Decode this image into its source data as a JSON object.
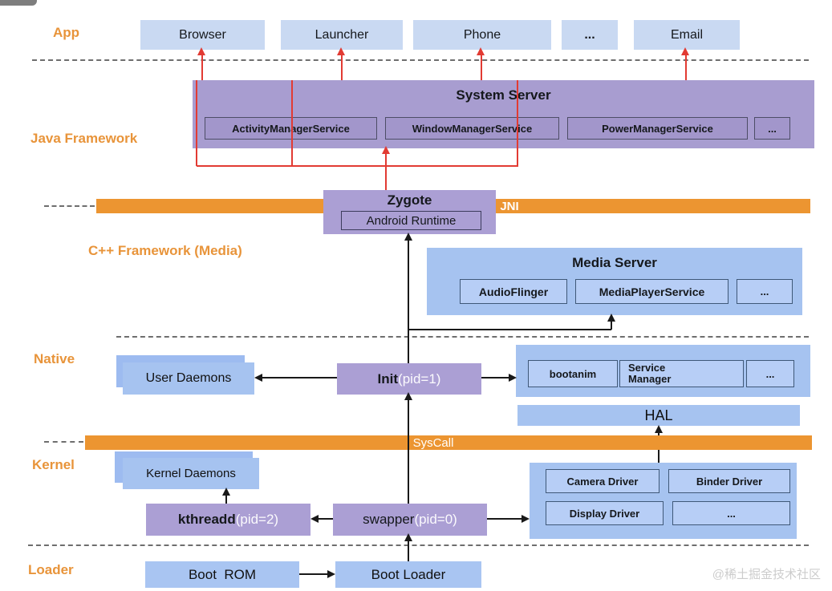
{
  "colors": {
    "accent_orange": "#ec9531",
    "label_orange": "#e8943a",
    "red_arrow": "#e23b33",
    "purple_block": "#a89dd0",
    "purple_process": "#ab9fd4",
    "blue_block": "#a6c3f0",
    "blue_app": "#c9d9f2"
  },
  "layers": {
    "app": "App",
    "java": "Java Framework",
    "cpp": "C++ Framework (Media)",
    "native": "Native",
    "kernel": "Kernel",
    "loader": "Loader"
  },
  "app_row": {
    "items": [
      "Browser",
      "Launcher",
      "Phone",
      "...",
      "Email"
    ]
  },
  "system_server": {
    "title": "System Server",
    "services": [
      "ActivityManagerService",
      "WindowManagerService",
      "PowerManagerService",
      "..."
    ]
  },
  "zygote": {
    "title": "Zygote",
    "runtime": "Android Runtime"
  },
  "jni": {
    "label": "JNI"
  },
  "media_server": {
    "title": "Media Server",
    "services": [
      "AudioFlinger",
      "MediaPlayerService",
      "..."
    ]
  },
  "native_layer": {
    "user_daemons": "User Daemons",
    "init": {
      "name": "Init",
      "pid": "(pid=1)"
    },
    "services": [
      "bootanim",
      "Service Manager",
      "..."
    ],
    "hal": "HAL"
  },
  "syscall": {
    "label": "SysCall"
  },
  "kernel_layer": {
    "kernel_daemons": "Kernel Daemons",
    "kthreadd": {
      "name": "kthreadd",
      "pid": "(pid=2)"
    },
    "swapper": {
      "name": "swapper",
      "pid": "(pid=0)"
    },
    "drivers": [
      "Camera Driver",
      "Binder Driver",
      "Display Driver",
      "..."
    ]
  },
  "loader_layer": {
    "boot_rom": "Boot  ROM",
    "boot_loader": "Boot Loader"
  },
  "watermark": "@稀土掘金技术社区"
}
